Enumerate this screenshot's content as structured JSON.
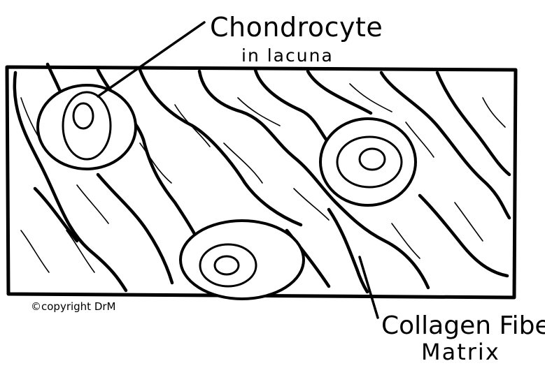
{
  "labels": {
    "chondrocyte_line1": "Chondrocyte",
    "chondrocyte_line2": "in lacuna",
    "fiber_line1": "Collagen Fiber",
    "fiber_line2": "Matrix",
    "copyright": "©copyright DrM"
  }
}
